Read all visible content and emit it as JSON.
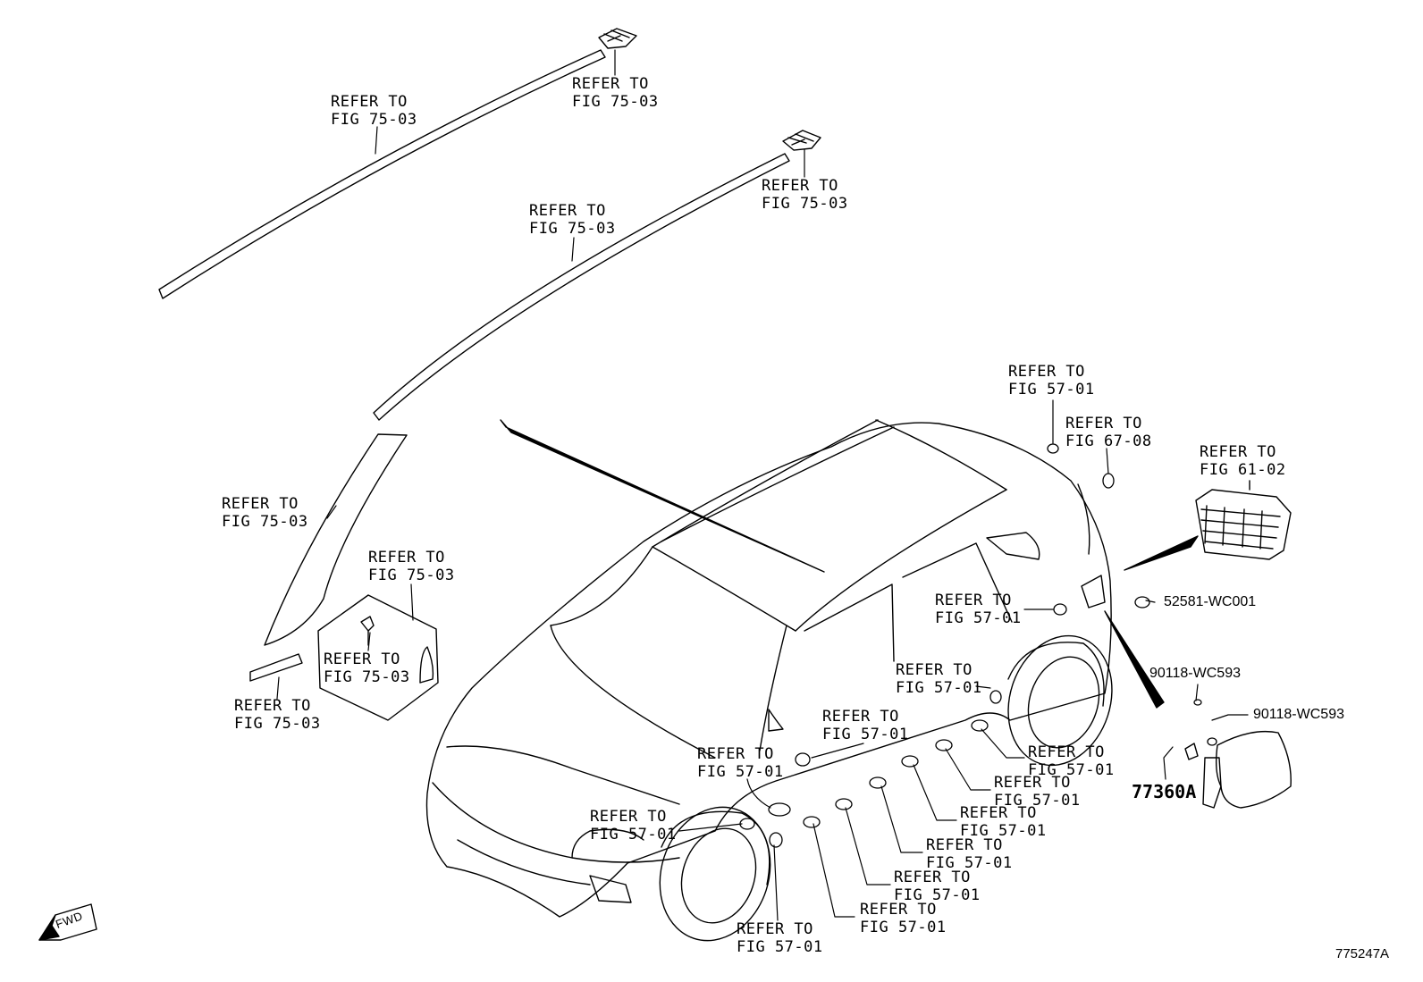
{
  "callouts": {
    "refer_to": "REFER TO",
    "fig_75_03": "FIG 75-03",
    "fig_57_01": "FIG 57-01",
    "fig_67_08": "FIG 67-08",
    "fig_61_02": "FIG 61-02"
  },
  "part_numbers": {
    "p52581": "52581-WC001",
    "p90118_a": "90118-WC593",
    "p90118_b": "90118-WC593",
    "p77360": "77360A"
  },
  "illustration_id": "775247A",
  "fwd_label": "FWD",
  "colors": {
    "ink": "#000000",
    "paper": "#ffffff"
  }
}
